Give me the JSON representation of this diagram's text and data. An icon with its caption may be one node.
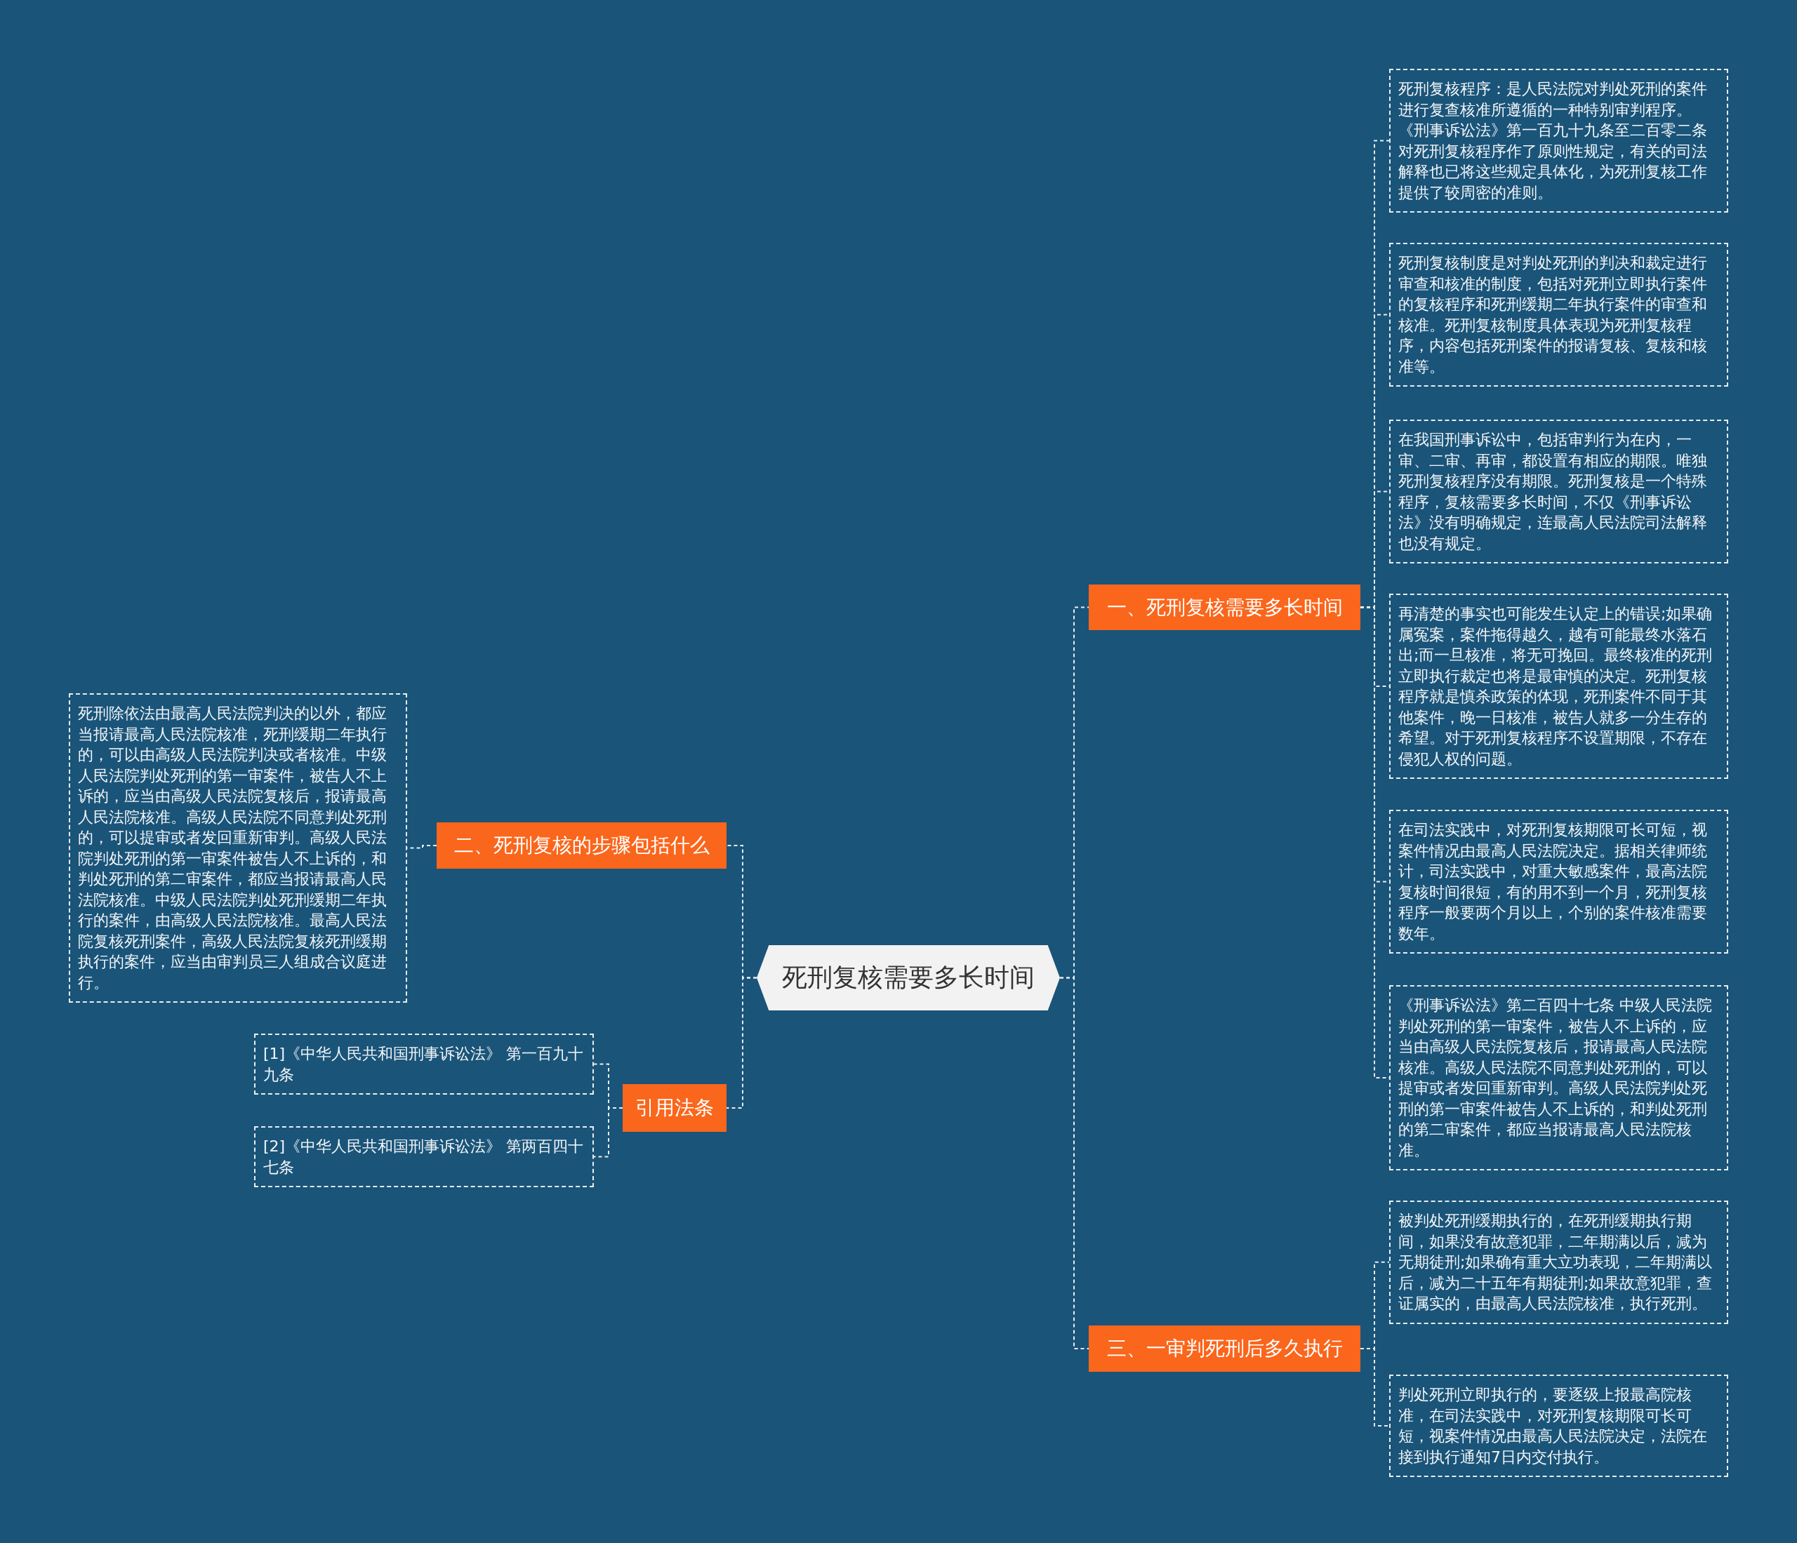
{
  "diagram": {
    "nodes": [
      {
        "text": [
          "死刑复核需要多长时间"
        ]
      },
      {
        "text": [
          "一、死刑复核需要多长时间"
        ]
      },
      {
        "text": [
          "死刑复核程序：是人民法院对判处死刑的案件进行复查核准所遵循的一种特别审判程序。《刑事诉讼法》第一百九十九条至二百零二条对死刑复核程序作了原则性规定，有关的司法解释也已将这些规定具体化，为死刑复核工作提供了较周密的准则。"
        ]
      },
      {
        "text": [
          "死刑复核制度是对判处死刑的判决和裁定进行审查和核准的制度，包括对死刑立即执行案件的复核程序和死刑缓期二年执行案件的审查和核准。死刑复核制度具体表现为死刑复核程序，内容包括死刑案件的报请复核、复核和核准等。"
        ]
      },
      {
        "text": [
          "在我国刑事诉讼中，包括审判行为在内，一审、二审、再审，都设置有相应的期限。唯独死刑复核程序没有期限。死刑复核是一个特殊程序，复核需要多长时间，不仅《刑事诉讼法》没有明确规定，连最高人民法院司法解释也没有规定。"
        ]
      },
      {
        "text": [
          "再清楚的事实也可能发生认定上的错误;如果确属冤案，案件拖得越久，越有可能最终水落石出;而一旦核准，将无可挽回。最终核准的死刑立即执行裁定也将是最审慎的决定。死刑复核程序就是慎杀政策的体现，死刑案件不同于其他案件，晚一日核准，被告人就多一分生存的希望。对于死刑复核程序不设置期限，不存在侵犯人权的问题。"
        ]
      },
      {
        "text": [
          "在司法实践中，对死刑复核期限可长可短，视案件情况由最高人民法院决定。据相关律师统计，司法实践中，对重大敏感案件，最高法院复核时间很短，有的用不到一个月，死刑复核程序一般要两个月以上，个别的案件核准需要数年。"
        ]
      },
      {
        "text": [
          "《刑事诉讼法》第二百四十七条 中级人民法院判处死刑的第一审案件，被告人不上诉的，应当由高级人民法院复核后，报请最高人民法院核准。高级人民法院不同意判处死刑的，可以提审或者发回重新审判。高级人民法院判处死刑的第一审案件被告人不上诉的，和判处死刑的第二审案件，都应当报请最高人民法院核准。"
        ]
      },
      {
        "text": [
          "三、一审判死刑后多久执行"
        ]
      },
      {
        "text": [
          "被判处死刑缓期执行的，在死刑缓期执行期间，如果没有故意犯罪，二年期满以后，减为无期徒刑;如果确有重大立功表现，二年期满以后，减为二十五年有期徒刑;如果故意犯罪，查证属实的，由最高人民法院核准，执行死刑。"
        ]
      },
      {
        "text": [
          "判处死刑立即执行的，要逐级上报最高院核准，在司法实践中，对死刑复核期限可长可短，视案件情况由最高人民法院决定，法院在接到执行通知7日内交付执行。"
        ]
      },
      {
        "text": [
          "二、死刑复核的步骤包括什么"
        ]
      },
      {
        "text": [
          "死刑除依法由最高人民法院判决的以外，都应当报请最高人民法院核准，死刑缓期二年执行的，可以由高级人民法院判决或者核准。中级人民法院判处死刑的第一审案件，被告人不上诉的，应当由高级人民法院复核后，报请最高人民法院核准。高级人民法院不同意判处死刑的，可以提审或者发回重新审判。高级人民法院判处死刑的第一审案件被告人不上诉的，和判处死刑的第二审案件，都应当报请最高人民法院核准。中级人民法院判处死刑缓期二年执行的案件，由高级人民法院核准。最高人民法院复核死刑案件，高级人民法院复核死刑缓期执行的案件，应当由审判员三人组成合议庭进行。"
        ]
      },
      {
        "text": [
          "引用法条"
        ]
      },
      {
        "text": [
          "[1]《中华人民共和国刑事诉讼法》 第一百九十九条"
        ]
      },
      {
        "text": [
          "[2]《中华人民共和国刑事诉讼法》 第两百四十七条"
        ]
      }
    ],
    "edges": [
      {
        "from": 0,
        "to": 1,
        "arrow": "none"
      },
      {
        "from": 1,
        "to": 2,
        "arrow": "none"
      },
      {
        "from": 1,
        "to": 3,
        "arrow": "none"
      },
      {
        "from": 1,
        "to": 4,
        "arrow": "none"
      },
      {
        "from": 1,
        "to": 5,
        "arrow": "none"
      },
      {
        "from": 1,
        "to": 6,
        "arrow": "none"
      },
      {
        "from": 1,
        "to": 7,
        "arrow": "none"
      },
      {
        "from": 0,
        "to": 8,
        "arrow": "none"
      },
      {
        "from": 8,
        "to": 9,
        "arrow": "none"
      },
      {
        "from": 8,
        "to": 10,
        "arrow": "none"
      },
      {
        "from": 0,
        "to": 11,
        "arrow": "none"
      },
      {
        "from": 11,
        "to": 12,
        "arrow": "none"
      },
      {
        "from": 0,
        "to": 13,
        "arrow": "none"
      },
      {
        "from": 13,
        "to": 14,
        "arrow": "none"
      },
      {
        "from": 13,
        "to": 15,
        "arrow": "none"
      }
    ]
  }
}
